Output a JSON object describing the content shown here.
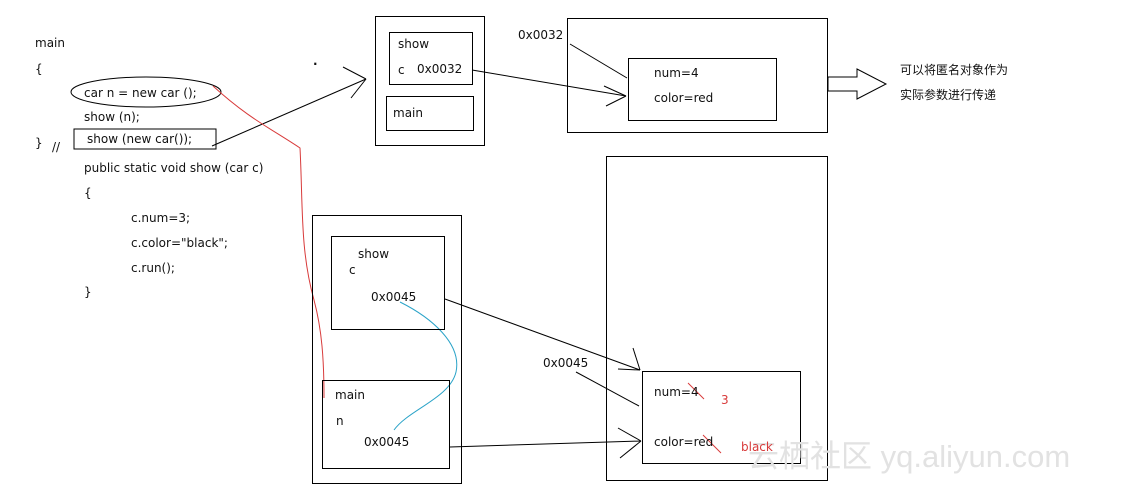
{
  "code": {
    "main_label": "main",
    "open_brace": "{",
    "line_new": "car n = new car ();",
    "line_show_n": "show (n);",
    "close_brace": "}",
    "comment": "//",
    "line_show_anon": "show (new car());",
    "method_sig": "public static void show (car c)",
    "method_open": "{",
    "stmt_num": "c.num=3;",
    "stmt_color": "c.color=\"black\";",
    "stmt_run": "c.run();",
    "method_close": "}",
    "dot": "."
  },
  "top_stack": {
    "show_label": "show",
    "c_label": "c",
    "c_addr": "0x0032",
    "main_label": "main"
  },
  "top_heap": {
    "addr": "0x0032",
    "num": "num=4",
    "color": "color=red"
  },
  "annotation": {
    "line1": "可以将匿名对象作为",
    "line2": "实际参数进行传递"
  },
  "bottom_stack": {
    "show_label": "show",
    "c_label": "c",
    "c_addr": "0x0045",
    "main_label": "main",
    "n_label": "n",
    "n_addr": "0x0045"
  },
  "bottom_heap": {
    "addr": "0x0045",
    "num": "num=4",
    "new_num": "3",
    "color": "color=red",
    "new_color": "black"
  },
  "watermark": "云栖社区 yq.aliyun.com",
  "colors": {
    "red": "#d83a3a",
    "blue": "#2aa3c8",
    "watermark": "#e2e2e2"
  }
}
